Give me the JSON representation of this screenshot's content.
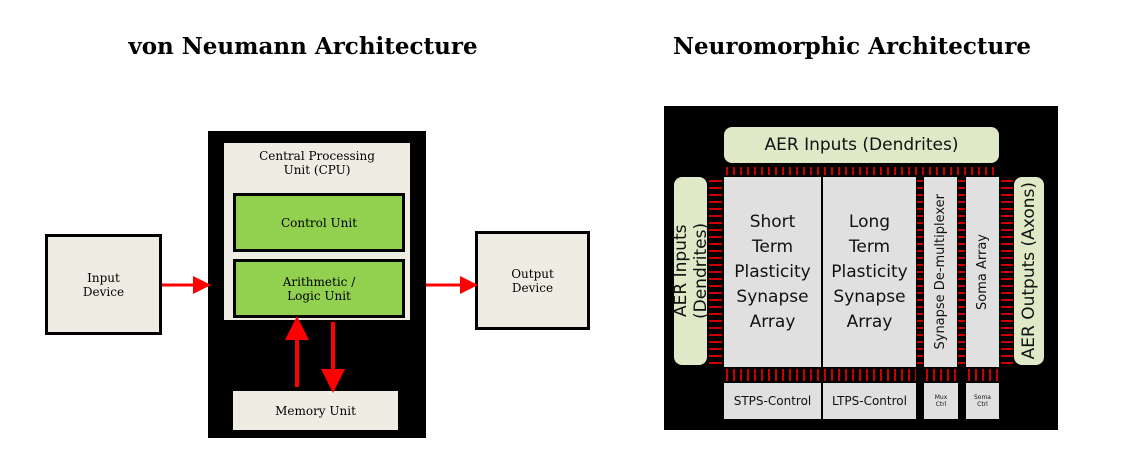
{
  "left": {
    "title": "von Neumann Architecture",
    "cpu": "Central Processing Unit (CPU)",
    "control": "Control Unit",
    "alu": "Arithmetic / Logic Unit",
    "input": "Input Device",
    "output": "Output Device",
    "memory": "Memory Unit",
    "arrow_color": "#ff0000",
    "unit_color": "#92d050"
  },
  "right": {
    "title": "Neuromorphic Architecture",
    "aer_top": "AER Inputs (Dendrites)",
    "aer_left": "AER Inputs (Dendrites)",
    "aer_right": "AER Outputs (Axons)",
    "stp": "Short Term Plasticity Synapse Array",
    "ltp": "Long Term Plasticity Synapse Array",
    "demux": "Synapse De-multiplexer",
    "soma": "Soma Array",
    "stps_ctrl": "STPS-Control",
    "ltps_ctrl": "LTPS-Control",
    "mux_ctrl": "Mux Ctrl",
    "soma_ctrl": "Soma Ctrl"
  }
}
